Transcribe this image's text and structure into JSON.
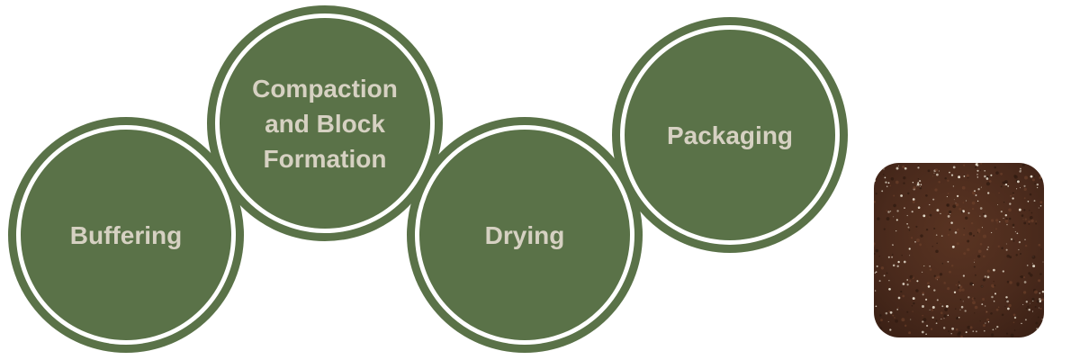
{
  "process_steps": [
    {
      "label": "Buffering"
    },
    {
      "label": "Compaction and Block Formation"
    },
    {
      "label": "Drying"
    },
    {
      "label": "Packaging"
    }
  ],
  "image": {
    "subject": "potting soil texture",
    "colors": {
      "soil": "#4a2a1c",
      "speck": "#e8e0d0"
    }
  },
  "colors": {
    "circle_fill": "#5a7248",
    "ring": "#ffffff",
    "label_text": "#d6d1c2",
    "background": "#ffffff"
  }
}
